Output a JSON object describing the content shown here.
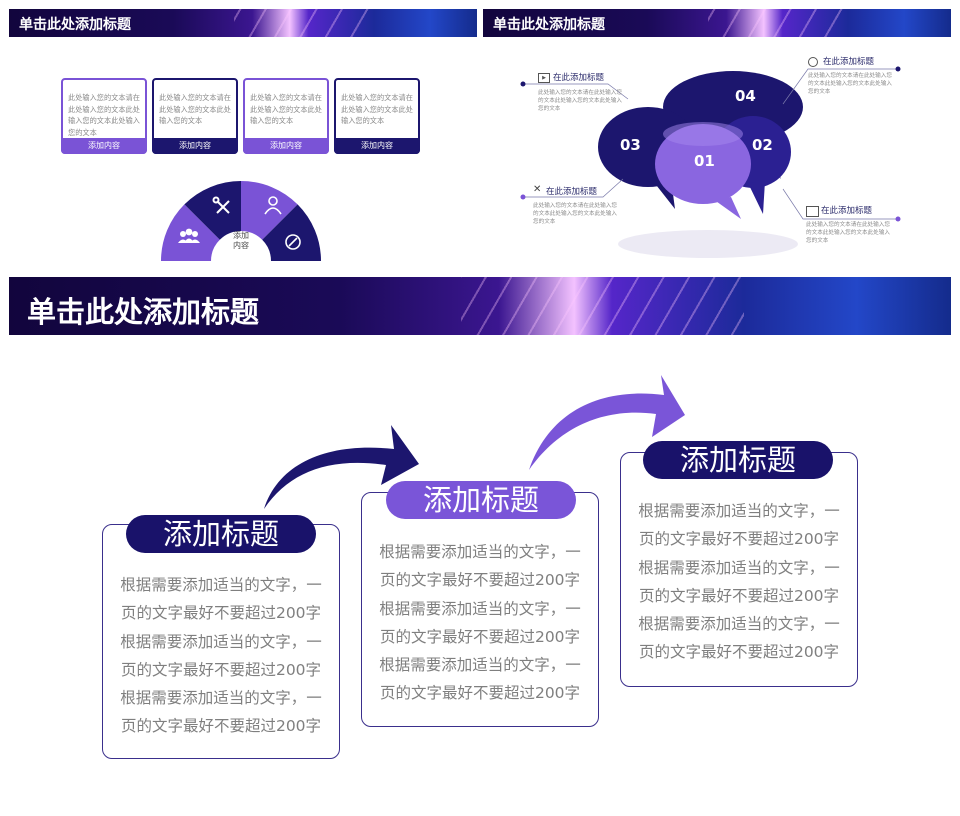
{
  "slide1": {
    "title": "单击此处添加标题",
    "cards": [
      {
        "text": "此处输入您的文本请在此处输入您的文本此处输入您的文本此处输入您的文本",
        "label": "添加内容",
        "style": "purple"
      },
      {
        "text": "此处输入您的文本请在此处输入您的文本此处输入您的文本",
        "label": "添加内容",
        "style": "dark"
      },
      {
        "text": "此处输入您的文本请在此处输入您的文本此处输入您的文本",
        "label": "添加内容",
        "style": "purple"
      },
      {
        "text": "此处输入您的文本请在此处输入您的文本此处输入您的文本",
        "label": "添加内容",
        "style": "dark"
      }
    ],
    "center_label_line1": "添加",
    "center_label_line2": "内容",
    "segment_icons": [
      "people-icon",
      "tools-icon",
      "person-icon",
      "compass-icon"
    ]
  },
  "slide2": {
    "title": "单击此处添加标题",
    "bubbles": [
      "04",
      "03",
      "01",
      "02"
    ],
    "callouts": [
      {
        "heading": "在此添加标题",
        "body": "此处输入您的文本请在此处输入您的文本此处输入您的文本此处输入您的文本",
        "icon": "video-icon"
      },
      {
        "heading": "在此添加标题",
        "body": "此处输入您的文本请在此处输入您的文本此处输入您的文本此处输入您的文本",
        "icon": "clock-icon"
      },
      {
        "heading": "在此添加标题",
        "body": "此处输入您的文本请在此处输入您的文本此处输入您的文本此处输入您的文本",
        "icon": "tools-icon"
      },
      {
        "heading": "在此添加标题",
        "body": "此处输入您的文本请在此处输入您的文本此处输入您的文本此处输入您的文本",
        "icon": "team-icon"
      }
    ]
  },
  "main": {
    "title": "单击此处添加标题",
    "steps": [
      {
        "heading": "添加标题",
        "pill": "dark",
        "lines": [
          "根据需要添加适当的文字，一",
          "页的文字最好不要超过200字",
          "根据需要添加适当的文字，一",
          "页的文字最好不要超过200字",
          "根据需要添加适当的文字，一",
          "页的文字最好不要超过200字"
        ]
      },
      {
        "heading": "添加标题",
        "pill": "purple",
        "lines": [
          "根据需要添加适当的文字，一",
          "页的文字最好不要超过200字",
          "根据需要添加适当的文字，一",
          "页的文字最好不要超过200字",
          "根据需要添加适当的文字，一",
          "页的文字最好不要超过200字"
        ]
      },
      {
        "heading": "添加标题",
        "pill": "dark",
        "lines": [
          "根据需要添加适当的文字，一",
          "页的文字最好不要超过200字",
          "根据需要添加适当的文字，一",
          "页的文字最好不要超过200字",
          "根据需要添加适当的文字，一",
          "页的文字最好不要超过200字"
        ]
      }
    ],
    "arrow_colors": [
      "#1c166e",
      "#7a55d8"
    ]
  },
  "colors": {
    "dark_navy": "#1c166e",
    "purple": "#7a53d6",
    "text_gray": "#7f7f7f"
  }
}
